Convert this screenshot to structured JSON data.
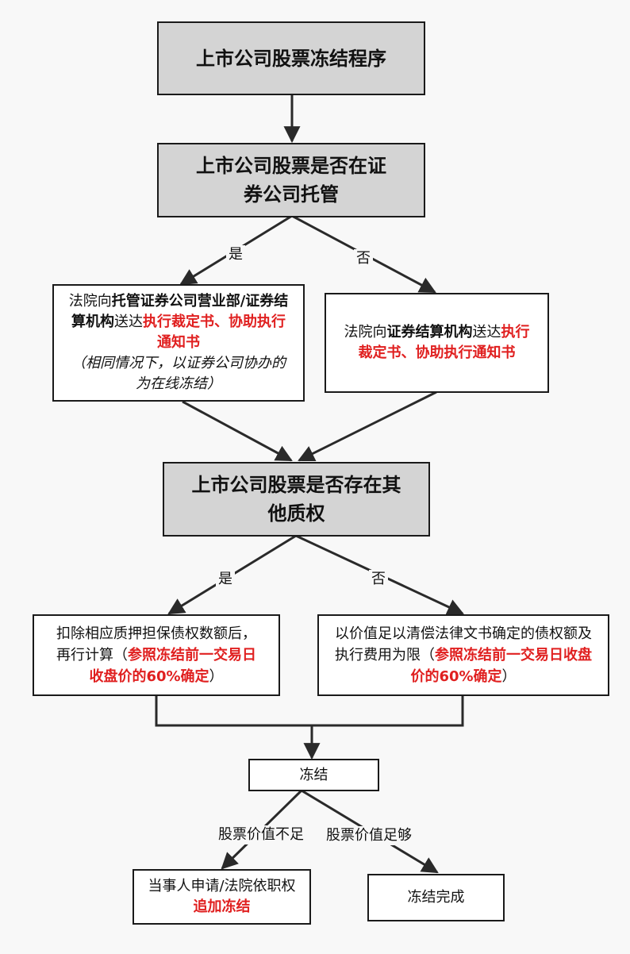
{
  "nodes": {
    "start": "上市公司股票冻结程序",
    "custody_q": "上市公司股票是否在证券公司托管",
    "branch_yes_box": {
      "p1": "法院向",
      "p1_bold": "托管证券公司营业部/证券结算机构",
      "p2": "送达",
      "p2_red": "执行裁定书、协助执行通知书",
      "note": "（相同情况下，以证券公司协办的为在线冻结）"
    },
    "branch_no_box": {
      "p1": "法院向",
      "p1_bold": "证券结算机构",
      "p2": "送达",
      "p2_red": "执行裁定书、协助执行通知书"
    },
    "pledge_q": "上市公司股票是否存在其他质权",
    "pledge_yes_box": {
      "p1": "扣除相应质押担保债权数额后，再行计算（",
      "p1_red": "参照冻结前一交易日收盘价的60%确定",
      "p2": "）"
    },
    "pledge_no_box": {
      "p1": "以价值足以清偿法律文书确定的债权额及执行费用为限（",
      "p1_red": "参照冻结前一交易日收盘价的60%确定",
      "p2": "）"
    },
    "freeze": "冻结",
    "apply_box": {
      "p1": "当事人申请/法院依职权",
      "p1_red": "追加冻结"
    },
    "done": "冻结完成"
  },
  "edges": {
    "yes1": "是",
    "no1": "否",
    "yes2": "是",
    "no2": "否",
    "insufficient": "股票价值不足",
    "sufficient": "股票价值足够"
  },
  "colors": {
    "grey_fill": "#d4d4d4",
    "accent_red": "#e02020",
    "line": "#2a2a2a"
  }
}
